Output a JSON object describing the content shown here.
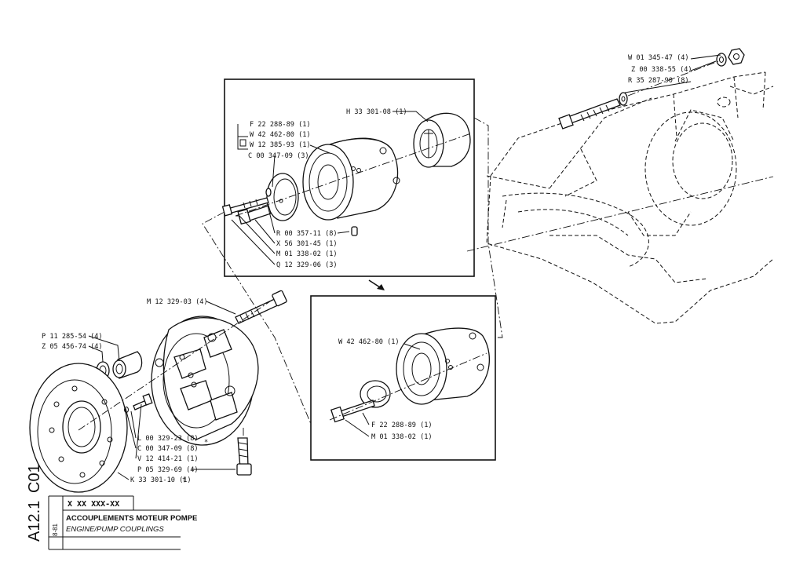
{
  "title_block": {
    "part_number": "X XX XXX-XX",
    "title_fr": "ACCOUPLEMENTS MOTEUR POMPE",
    "title_en": "ENGINE/PUMP COUPLINGS",
    "date": "8-81",
    "group_code": "C01",
    "page_code": "A12.1"
  },
  "callouts": {
    "hw": [
      "W 01 345-47 (4)",
      "Z 00 338-55 (4)",
      "R 35 287-90 (8)"
    ],
    "box1": [
      "H 33 301-08 (1)",
      "F 22 288-89 (1)",
      "W 42 462-80 (1)",
      "W 12 385-93 (1)",
      "C 00 347-09 (3)",
      "R 00 357-11 (8)",
      "X 56 301-45 (1)",
      "M 01 338-02 (1)",
      "Q 12 329-06 (3)"
    ],
    "box2": [
      "W 42 462-80 (1)",
      "F 22 288-89 (1)",
      "M 01 338-02 (1)"
    ],
    "left": [
      "M 12 329-03 (4)",
      "P 11 285-54 (4)",
      "Z 05 456-74 (4)",
      "L 00 329-23 (8)",
      "C 00 347-09 (8)",
      "V 12 414-21 (1)",
      "P 05 329-69 (4)",
      "K 33 301-10 (1)"
    ]
  },
  "marks": {
    "dagger": "†",
    "asterisk": "*"
  }
}
